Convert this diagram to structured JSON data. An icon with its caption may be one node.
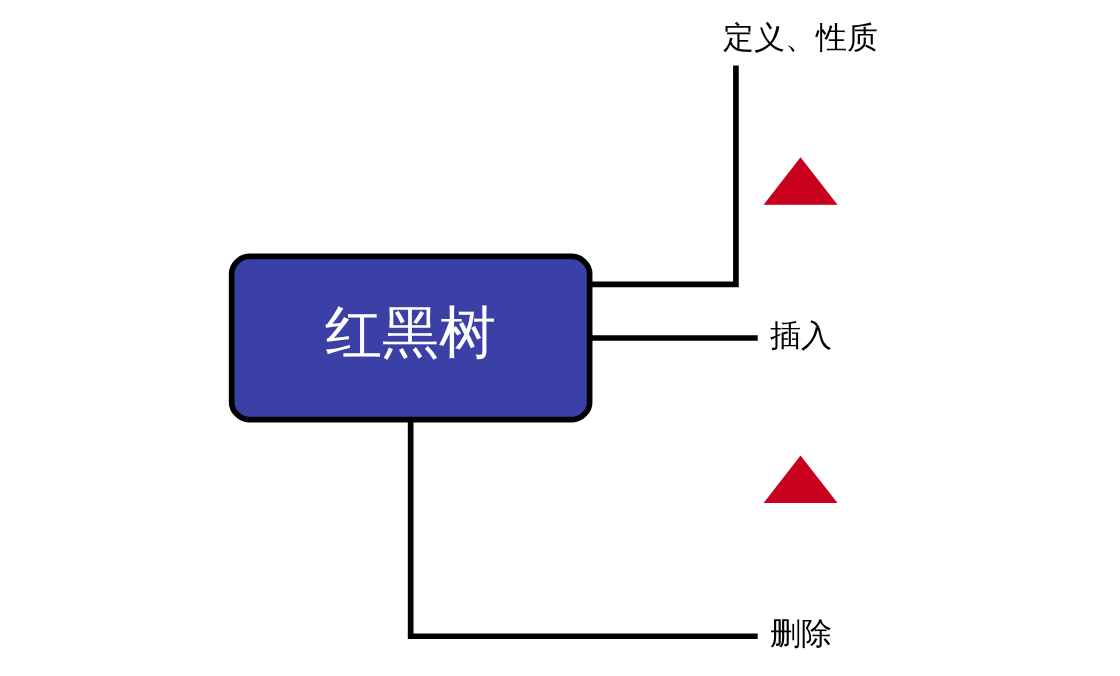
{
  "diagram": {
    "nodes": [
      {
        "text": [
          "红黑树"
        ]
      },
      {
        "text": [
          "定义、性质"
        ]
      },
      {
        "text": [
          "插入"
        ]
      },
      {
        "text": [
          "删除"
        ]
      },
      {
        "text": [],
        "shape": "triangle"
      },
      {
        "text": [],
        "shape": "triangle"
      }
    ],
    "edges": [
      {
        "from": 0,
        "to": 1,
        "arrow": "none"
      },
      {
        "from": 0,
        "to": 2,
        "arrow": "none"
      },
      {
        "from": 0,
        "to": 3,
        "arrow": "none"
      }
    ]
  }
}
